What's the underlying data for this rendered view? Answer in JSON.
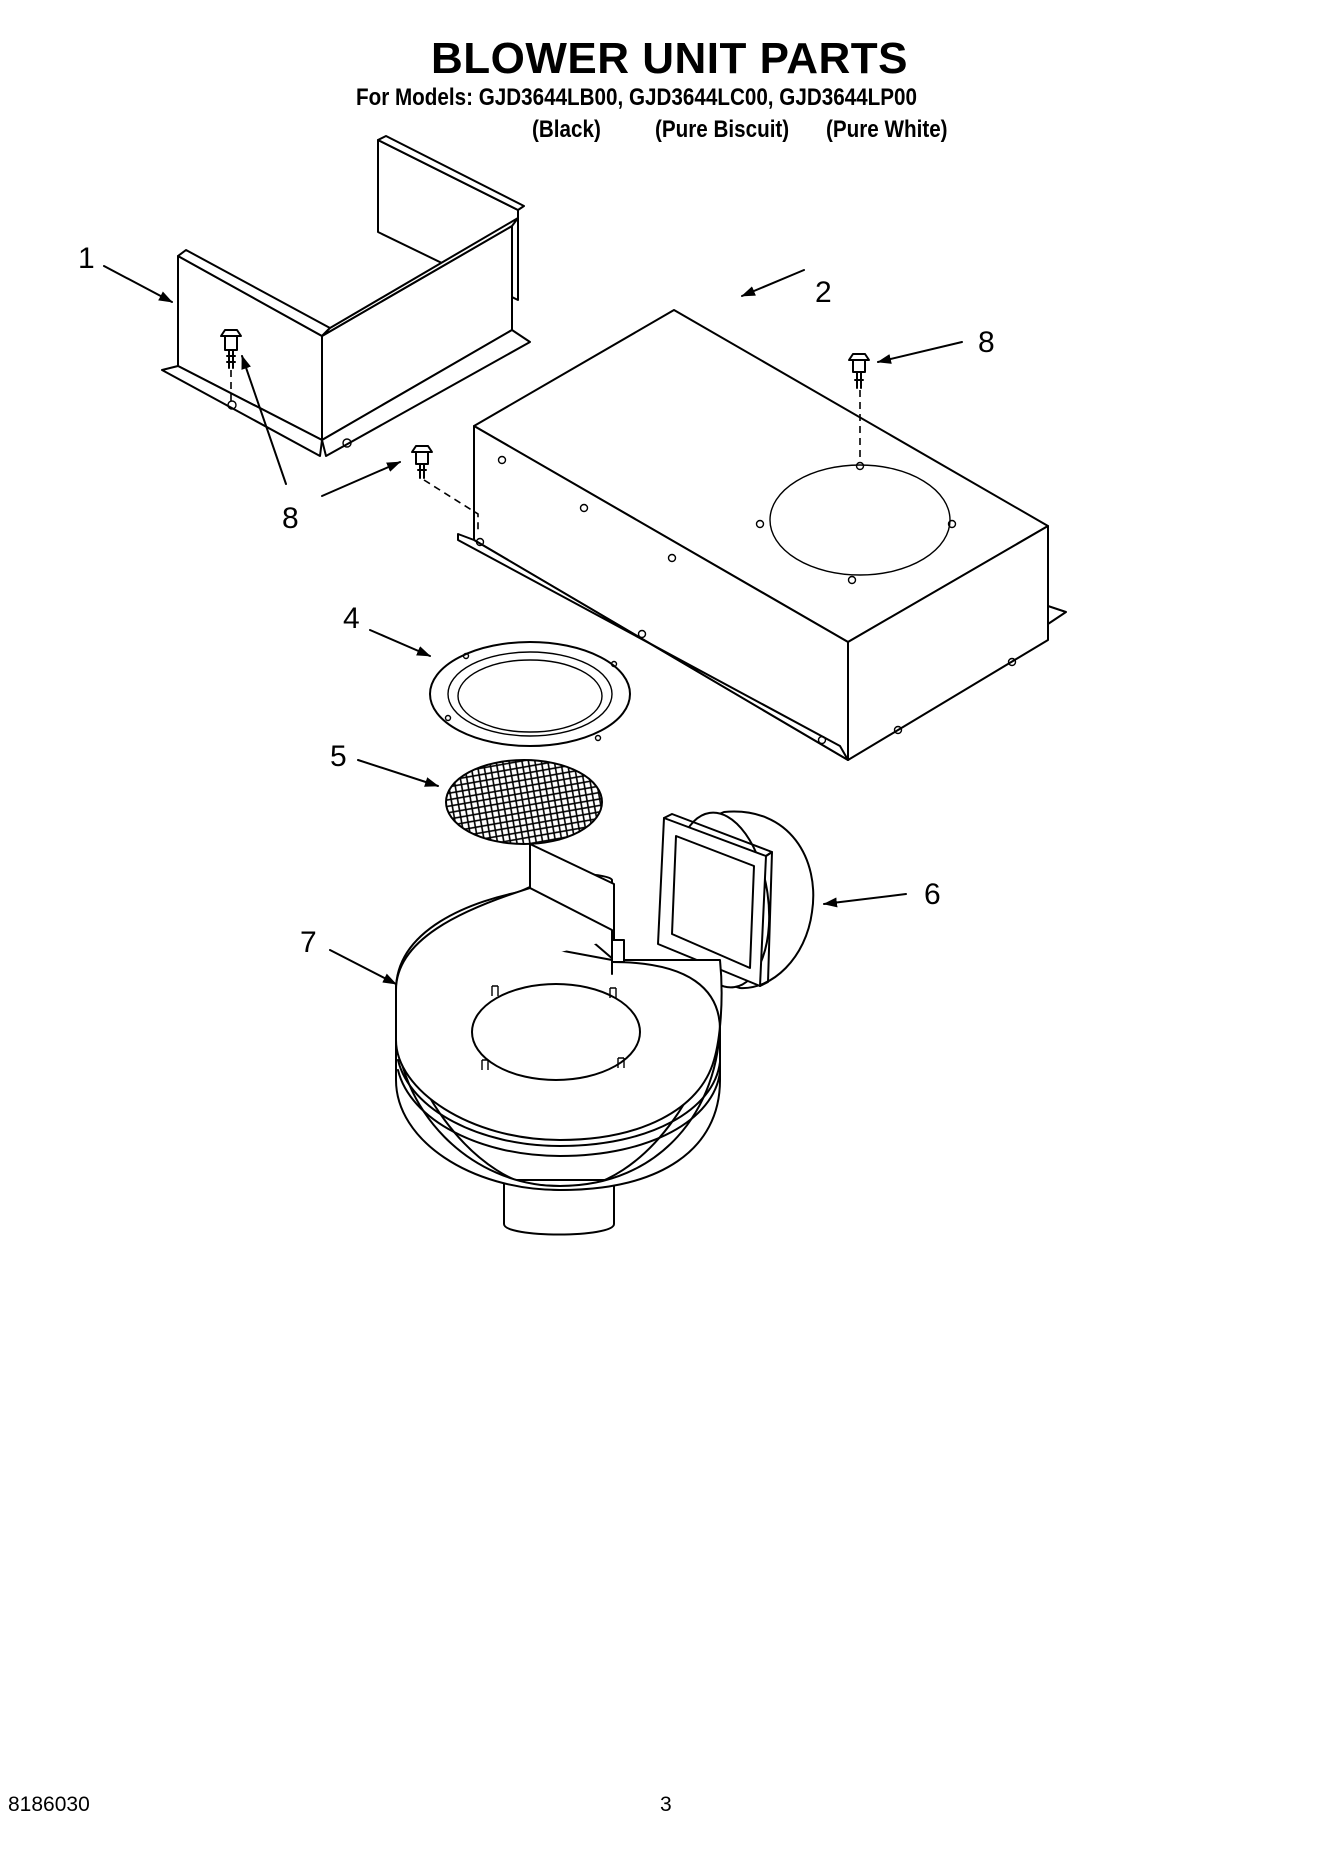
{
  "title": "BLOWER UNIT PARTS",
  "models_line": "For Models: GJD3644LB00, GJD3644LC00, GJD3644LP00",
  "model_colors": [
    "(Black)",
    "(Pure Biscuit)",
    "(Pure White)"
  ],
  "callouts": {
    "c1": "1",
    "c2": "2",
    "c4": "4",
    "c5": "5",
    "c6": "6",
    "c7": "7",
    "c8a": "8",
    "c8b": "8"
  },
  "footer": {
    "doc_number": "8186030",
    "page_number": "3"
  }
}
